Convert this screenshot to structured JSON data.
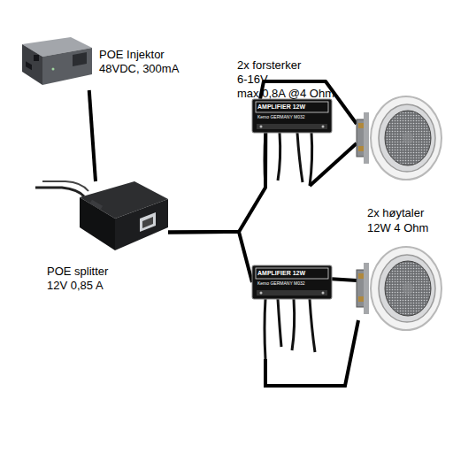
{
  "diagram": {
    "nodes": [
      {
        "text": [
          "POE Injektor 48VDC, 300mA"
        ]
      },
      {
        "text": [
          "POE splitter 12V 0,85 A"
        ]
      },
      {
        "text": [
          "AMPLIFIER 12W",
          "Kemo GERMANY M032"
        ]
      },
      {
        "text": []
      },
      {
        "text": [
          "AMPLIFIER 12W",
          "Kemo GERMANY M032"
        ]
      },
      {
        "text": []
      }
    ],
    "edges": [
      {
        "from": 0,
        "to": 1,
        "arrow": "none"
      },
      {
        "from": 1,
        "to": 2,
        "arrow": "none"
      },
      {
        "from": 1,
        "to": 4,
        "arrow": "none"
      },
      {
        "from": 2,
        "to": 3,
        "arrow": "none"
      },
      {
        "from": 4,
        "to": 5,
        "arrow": "none"
      }
    ],
    "labels": [
      "2x forsterker",
      "6-16V",
      "max 0,8A @4 Ohm",
      "2x høytaler",
      "12W 4 Ohm"
    ]
  }
}
